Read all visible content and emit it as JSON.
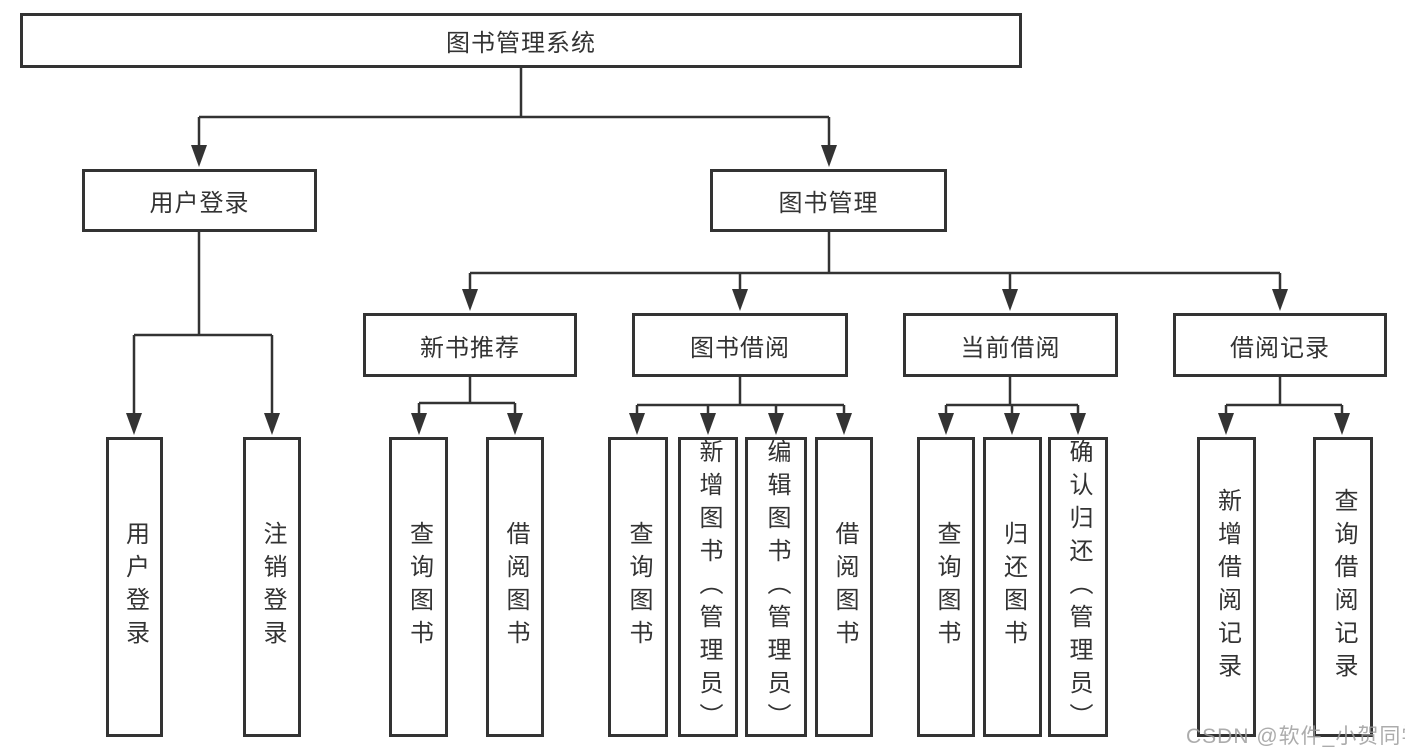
{
  "colors": {
    "line": "#333333",
    "text": "#333333",
    "box_background": "#ffffff",
    "page_background": "#ffffff",
    "watermark": "#9e9e9e"
  },
  "watermark": "CSDN @软件_小贺同学",
  "tree": {
    "root": "图书管理系统",
    "level2": [
      "用户登录",
      "图书管理"
    ],
    "level3": [
      "新书推荐",
      "图书借阅",
      "当前借阅",
      "借阅记录"
    ],
    "leaves": {
      "user_login": [
        "用户登录",
        "注销登录"
      ],
      "new_books": [
        "查询图书",
        "借阅图书"
      ],
      "book_borrowing": [
        "查询图书",
        "新增图书（管理员）",
        "编辑图书（管理员）",
        "借阅图书"
      ],
      "current_borrowing": [
        "查询图书",
        "归还图书",
        "确认归还（管理员）"
      ],
      "borrowing_records": [
        "新增借阅记录",
        "查询借阅记录"
      ]
    }
  }
}
